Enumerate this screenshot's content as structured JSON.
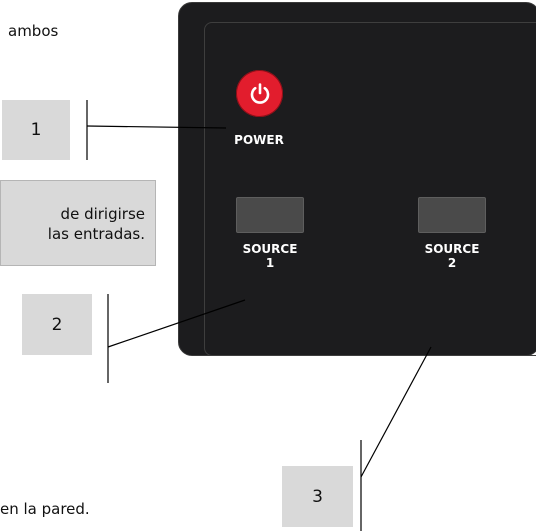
{
  "text_fragments": {
    "top": "ambos",
    "bottom": "en la pared."
  },
  "note": {
    "line1": "de dirigirse",
    "line2": "las entradas."
  },
  "callouts": [
    {
      "label": "1"
    },
    {
      "label": "2"
    },
    {
      "label": "3"
    }
  ],
  "panel": {
    "power_label": "POWER",
    "source1_label": "SOURCE",
    "source1_number": "1",
    "source2_label": "SOURCE",
    "source2_number": "2",
    "power_icon": "power-icon",
    "power_color": "#e21d2d",
    "panel_color": "#1c1c1e"
  }
}
